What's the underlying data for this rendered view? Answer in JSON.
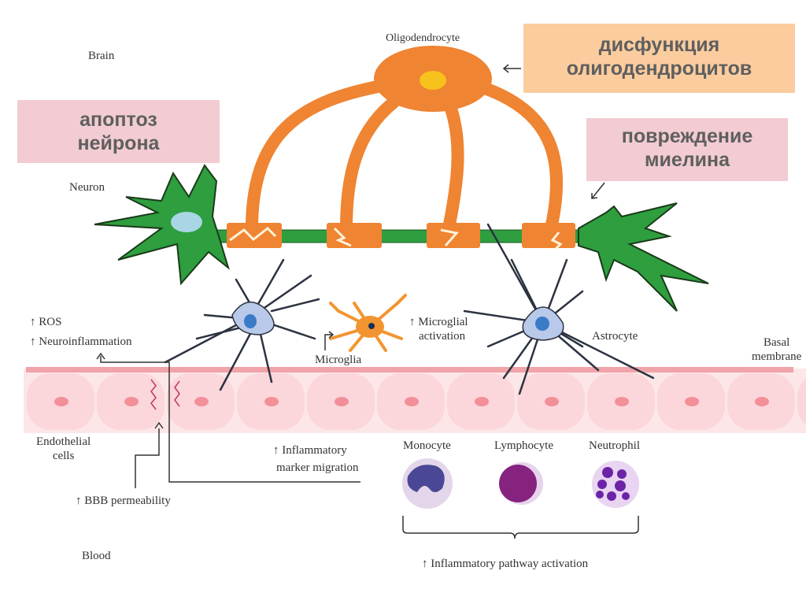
{
  "diagram": {
    "regions": {
      "brain": "Brain",
      "blood": "Blood"
    },
    "cells": {
      "oligodendrocyte": "Oligodendrocyte",
      "neuron": "Neuron",
      "astrocyte": "Astrocyte",
      "microglia": "Microglia",
      "endothelial_line1": "Endothelial",
      "endothelial_line2": "cells",
      "basal_line1": "Basal",
      "basal_line2": "membrane",
      "monocyte": "Monocyte",
      "lymphocyte": "Lymphocyte",
      "neutrophil": "Neutrophil"
    },
    "effects": {
      "ros": "↑ ROS",
      "neuroinflammation": "↑ Neuroinflammation",
      "microglial_line1": "↑ Microglial",
      "microglial_line2": "activation",
      "inflammatory_marker_line1": "↑ Inflammatory",
      "inflammatory_marker_line2": "marker migration",
      "bbb": "↑ BBB permeability",
      "pathway": "↑ Inflammatory pathway activation"
    },
    "callouts": {
      "neuron_apoptosis_line1": "апоптоз",
      "neuron_apoptosis_line2": "нейрона",
      "oligo_dysfunction_line1": "дисфункция",
      "oligo_dysfunction_line2": "олигодендроцитов",
      "myelin_damage_line1": "повреждение",
      "myelin_damage_line2": "миелина"
    },
    "colors": {
      "neuron": "#2e9e3f",
      "oligodendrocyte": "#ef8432",
      "nucleus_oligo": "#f7c21b",
      "astrocyte": "#b9c9ea",
      "microglia": "#f29530",
      "endothelium": "#fadadd",
      "basal_membrane": "#f0a3a8",
      "callout_pink": "#f2ccd2",
      "callout_peach": "#fbcc9e"
    }
  }
}
